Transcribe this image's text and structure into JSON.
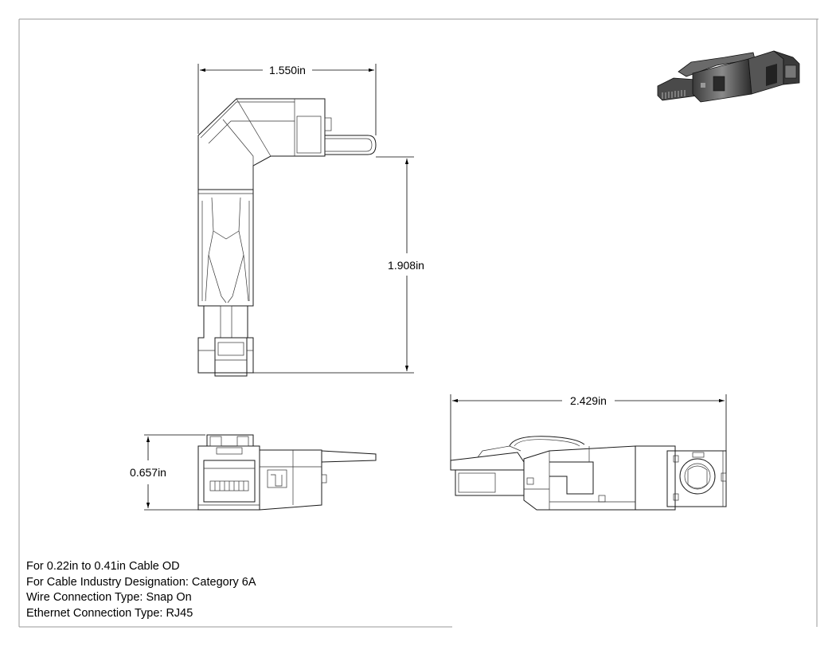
{
  "dimensions": {
    "top_width": "1.550in",
    "top_height": "1.908in",
    "front_height": "0.657in",
    "side_length": "2.429in"
  },
  "notes": [
    "For 0.22in to 0.41in Cable OD",
    "For Cable Industry Designation: Category 6A",
    "Wire Connection Type: Snap On",
    "Ethernet Connection Type: RJ45"
  ]
}
